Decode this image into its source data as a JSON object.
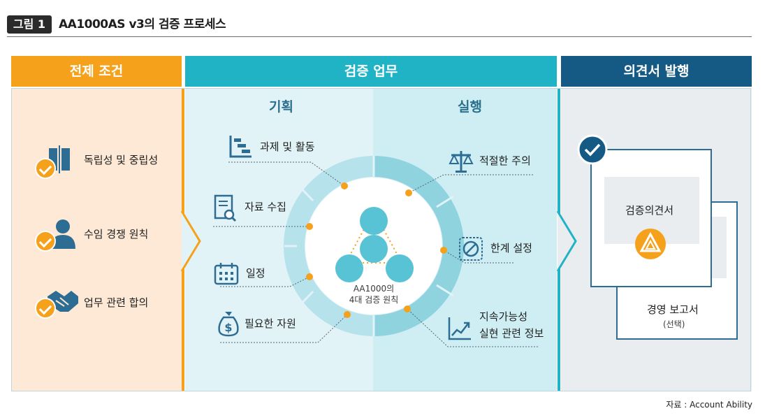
{
  "figure": {
    "tag": "그림 1",
    "title": "AA1000AS v3의 검증 프로세스"
  },
  "columns": {
    "preconditions": {
      "header": "전제 조건",
      "color": "#f5a11c",
      "items": [
        {
          "label": "독립성 및 중립성",
          "icon": "bookend-separator-icon"
        },
        {
          "label": "수임 경쟁 원칙",
          "icon": "person-icon"
        },
        {
          "label": "업무 관련 합의",
          "icon": "handshake-icon"
        }
      ]
    },
    "verification": {
      "header": "검증 업무",
      "color": "#1fb3c5",
      "planning": {
        "title": "기획",
        "items": [
          {
            "label": "과제 및 활동",
            "icon": "task-steps-icon"
          },
          {
            "label": "자료 수집",
            "icon": "document-search-icon"
          },
          {
            "label": "일정",
            "icon": "calendar-icon"
          },
          {
            "label": "필요한 자원",
            "icon": "money-bag-icon"
          }
        ]
      },
      "execution": {
        "title": "실행",
        "items": [
          {
            "label": "적절한 주의",
            "icon": "scales-icon"
          },
          {
            "label": "한계 설정",
            "icon": "prohibit-icon"
          },
          {
            "label": "지속가능성",
            "label2": "실현 관련 정보",
            "icon": "growth-chart-icon"
          }
        ]
      },
      "center": {
        "line1": "AA1000의",
        "line2": "4대 검증 원칙"
      }
    },
    "opinion": {
      "header": "의견서 발행",
      "color": "#145a84",
      "doc1": "검증의견서",
      "doc2": "경영 보고서",
      "doc2_note": "(선택)"
    }
  },
  "source": "자료 : Account Ability"
}
